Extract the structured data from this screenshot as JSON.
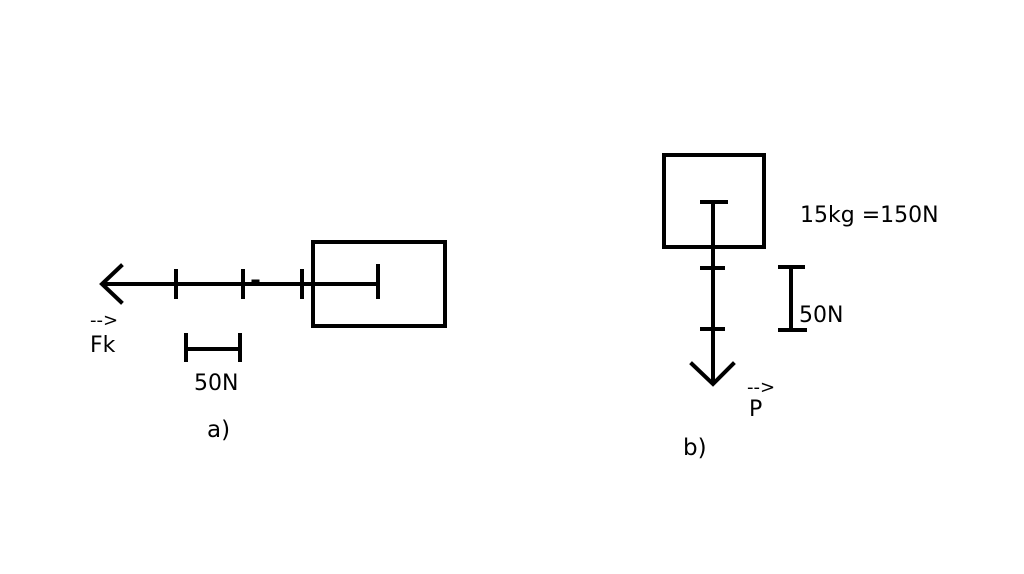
{
  "diagram_a": {
    "force_label": "Fk",
    "vector_mark": "-->",
    "scale_label": "50N",
    "caption": "a)"
  },
  "diagram_b": {
    "mass_label": "15kg =150N",
    "scale_label": "50N",
    "force_label": "P",
    "vector_mark": "-->",
    "caption": "b)"
  },
  "colors": {
    "ink": "#000000",
    "background": "#ffffff"
  }
}
